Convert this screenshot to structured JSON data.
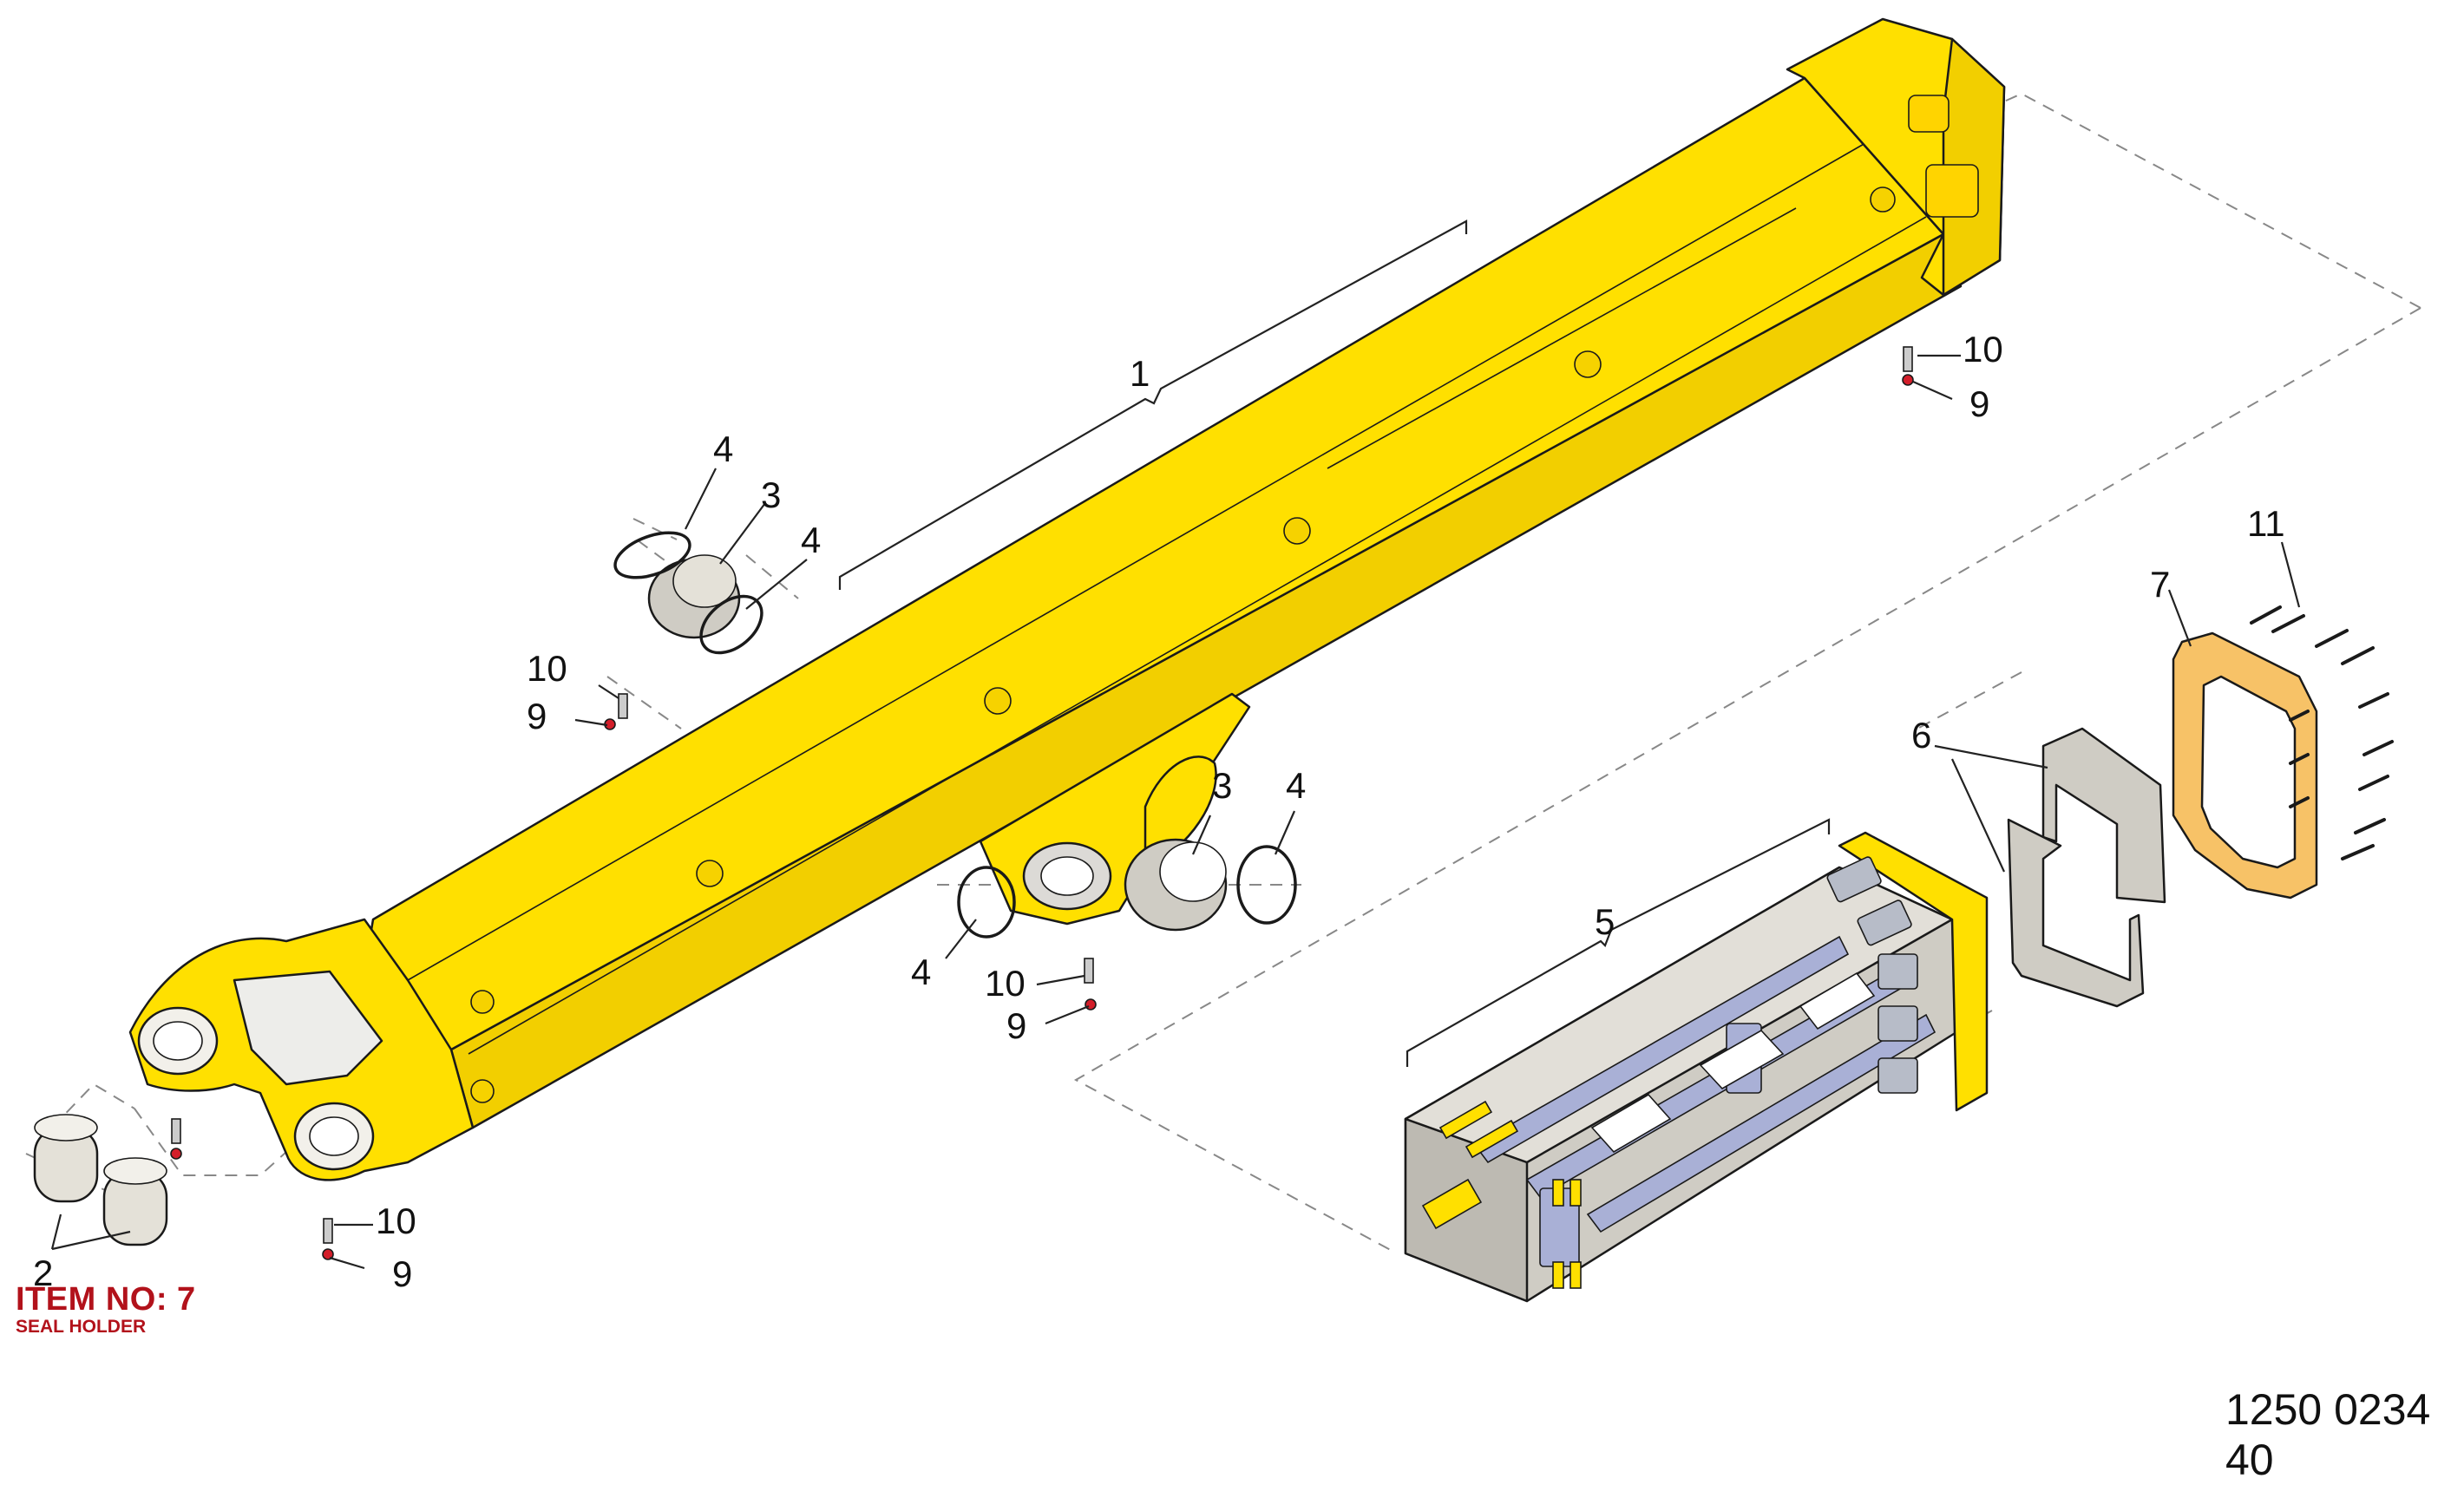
{
  "drawing_number": "1250 0234 40",
  "note": {
    "item_label": "ITEM NO: 7",
    "item_name": "SEAL HOLDER"
  },
  "callouts": {
    "c1": "1",
    "c2": "2",
    "c3a": "3",
    "c3b": "3",
    "c4a": "4",
    "c4b": "4",
    "c4c": "4",
    "c4d": "4",
    "c5": "5",
    "c6": "6",
    "c7": "7",
    "c9a": "9",
    "c9b": "9",
    "c9c": "9",
    "c9d": "9",
    "c10a": "10",
    "c10b": "10",
    "c10c": "10",
    "c10d": "10",
    "c11": "11"
  },
  "colors": {
    "boom": "#ffe000",
    "boom_shade": "#f2cf00",
    "steel_gray": "#cfccc4",
    "pad_blue": "#a9b0d6",
    "gasket_orange": "#f7c267",
    "note_red": "#b2121b",
    "fitting_red": "#d31e2a"
  }
}
